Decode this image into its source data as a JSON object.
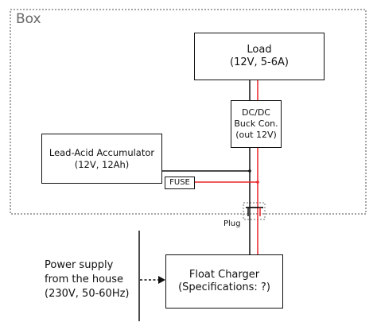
{
  "box": {
    "label": "Box"
  },
  "load": {
    "title": "Load",
    "spec": "(12V, 5-6A)"
  },
  "converter": {
    "line1": "DC/DC",
    "line2": "Buck Con.",
    "line3": "(out 12V)"
  },
  "battery": {
    "title": "Lead-Acid Accumulator",
    "spec": "(12V, 12Ah)"
  },
  "fuse": {
    "label": "FUSE"
  },
  "plug": {
    "label": "Plug"
  },
  "charger": {
    "title": "Float Charger",
    "spec": "(Specifications: ?)"
  },
  "mains": {
    "line1": "Power supply",
    "line2": "from the house",
    "line3": "(230V, 50-60Hz)"
  },
  "colors": {
    "positive": "#e8262a",
    "negative": "#111111",
    "enclosure": "#888888"
  }
}
